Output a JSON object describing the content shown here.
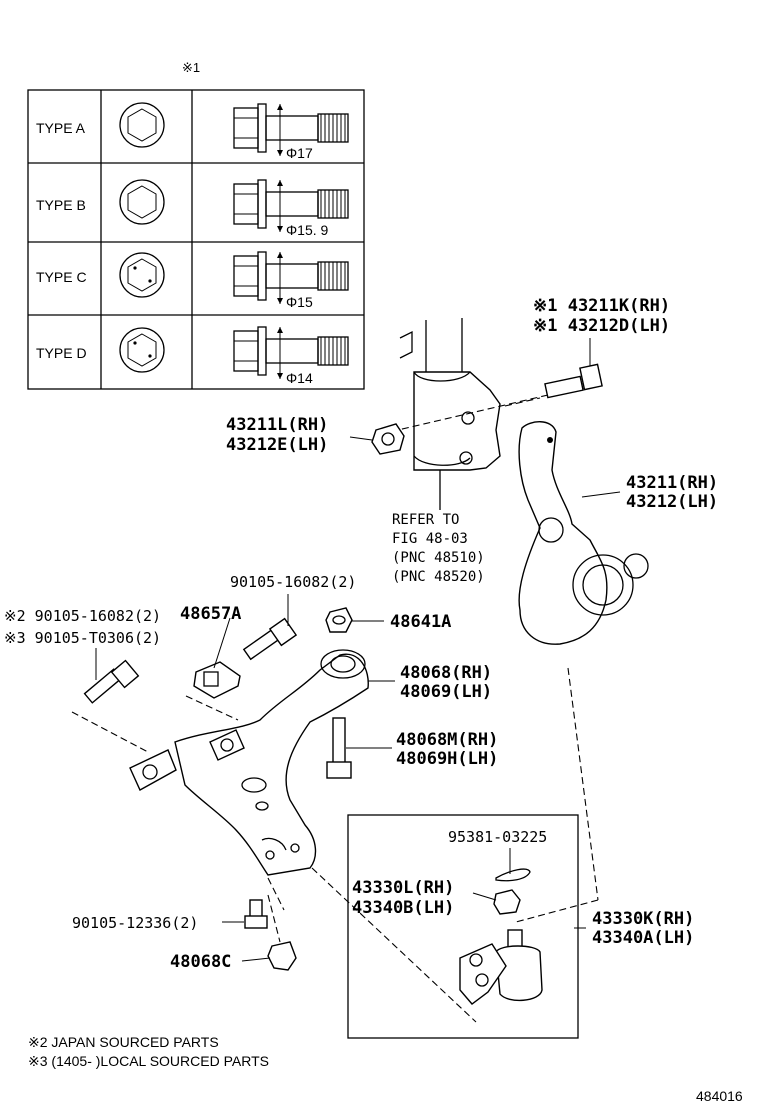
{
  "header": {
    "note_mark": "※1"
  },
  "bolt_types": [
    {
      "label": "TYPE A",
      "dim": "Φ17"
    },
    {
      "label": "TYPE B",
      "dim": "Φ15. 9"
    },
    {
      "label": "TYPE C",
      "dim": "Φ15"
    },
    {
      "label": "TYPE D",
      "dim": "Φ14"
    }
  ],
  "callouts": {
    "bolt_knuckle": {
      "rh": "※1 43211K(RH)",
      "lh": "※1 43212D(LH)"
    },
    "nut_knuckle": {
      "rh": "43211L(RH)",
      "lh": "43212E(LH)"
    },
    "knuckle": {
      "rh": "43211(RH)",
      "lh": "43212(LH)"
    },
    "refer": {
      "line1": "REFER TO",
      "line2": "FIG 48-03",
      "line3": "(PNC 48510)",
      "line4": "(PNC 48520)"
    },
    "bolt_90105_16082_top": "90105-16082(2)",
    "bolt_90105_16082_left": "※2 90105-16082(2)",
    "bolt_90105_T0306": "※3 90105-T0306(2)",
    "part_48657A": "48657A",
    "part_48641A": "48641A",
    "arm": {
      "rh": "48068(RH)",
      "lh": "48069(LH)"
    },
    "arm_bolt": {
      "rh": "48068M(RH)",
      "lh": "48069H(LH)"
    },
    "cotter_pin": "95381-03225",
    "ball_nut": {
      "rh": "43330L(RH)",
      "lh": "43340B(LH)"
    },
    "ball_joint": {
      "rh": "43330K(RH)",
      "lh": "43340A(LH)"
    },
    "bolt_90105_12336": "90105-12336(2)",
    "part_48068C": "48068C"
  },
  "footnotes": {
    "note2": "※2 JAPAN SOURCED PARTS",
    "note3": "※3 (1405-   )LOCAL SOURCED PARTS"
  },
  "figure_id": "484016"
}
